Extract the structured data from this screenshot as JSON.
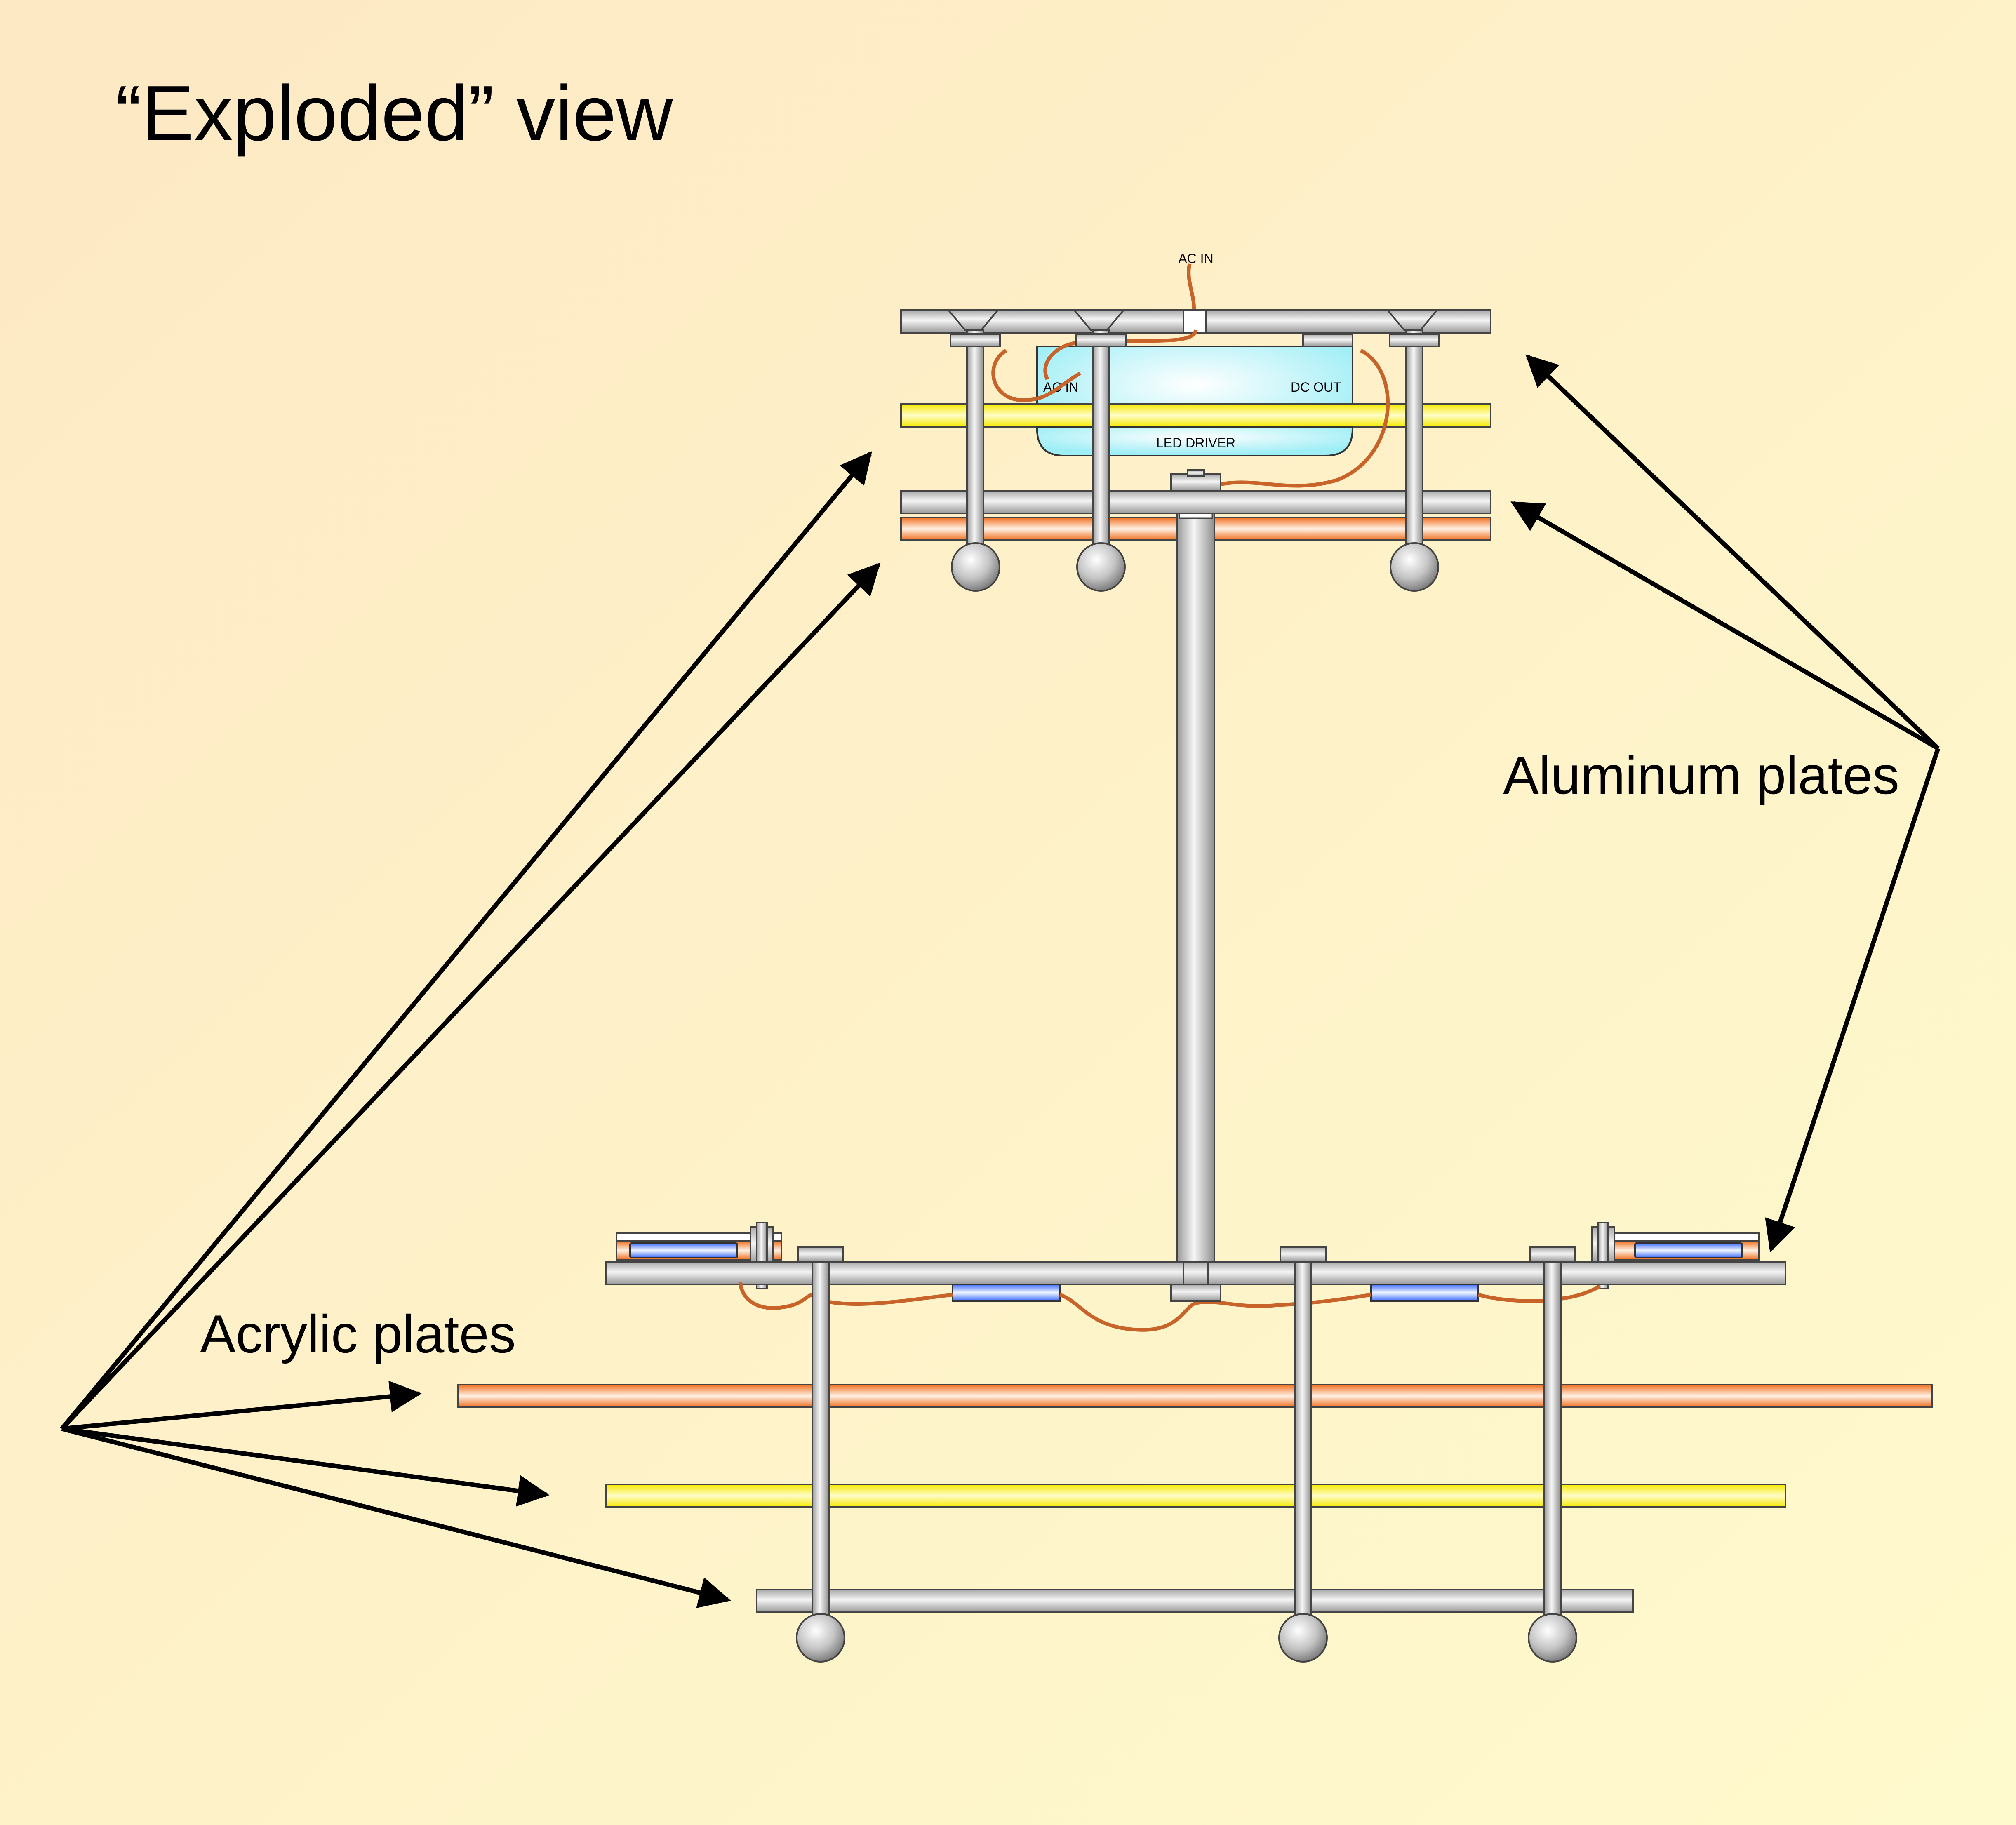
{
  "title": "“Exploded” view",
  "labels": {
    "aluminum": "Aluminum plates",
    "acrylic": "Acrylic plates",
    "ac_in_top": "AC IN",
    "driver_ac_in": "AC IN",
    "driver_dc_out": "DC OUT",
    "driver_name": "LED DRIVER"
  },
  "colors": {
    "background_top": "#fdebc6",
    "background_bottom": "#fff8cc",
    "aluminum": "#d6d6d6",
    "acrylic_orange": "#f47a20",
    "acrylic_yellow": "#fff23a",
    "led_blue": "#4f7dff",
    "driver_cyan": "#a9f0f6",
    "wire": "#c8642a",
    "arrow": "#000000"
  }
}
